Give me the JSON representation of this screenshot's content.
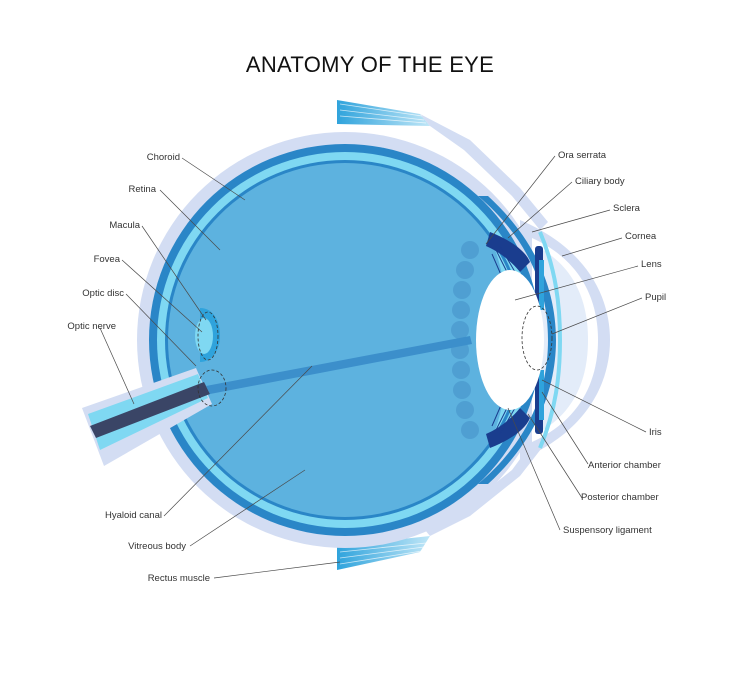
{
  "title": "ANATOMY OF THE EYE",
  "colors": {
    "outer_sclera": "#d3ddf3",
    "choroid_ring": "#2a86c7",
    "retina_ring": "#7fd8f2",
    "vitreous": "#5db2df",
    "lens": "#ffffff",
    "ciliary": "#1a3d8e",
    "muscle": "#2fa3dc",
    "nerve_core": "#3a4566",
    "leader_line": "#4a4a4a"
  },
  "labels_left": [
    {
      "id": "choroid",
      "text": "Choroid"
    },
    {
      "id": "retina",
      "text": "Retina"
    },
    {
      "id": "macula",
      "text": "Macula"
    },
    {
      "id": "fovea",
      "text": "Fovea"
    },
    {
      "id": "optic-disc",
      "text": "Optic disc"
    },
    {
      "id": "optic-nerve",
      "text": "Optic nerve"
    },
    {
      "id": "hyaloid-canal",
      "text": "Hyaloid canal"
    },
    {
      "id": "vitreous-body",
      "text": "Vitreous body"
    },
    {
      "id": "rectus-muscle",
      "text": "Rectus muscle"
    }
  ],
  "labels_right": [
    {
      "id": "ora-serrata",
      "text": "Ora serrata"
    },
    {
      "id": "ciliary-body",
      "text": "Ciliary body"
    },
    {
      "id": "sclera",
      "text": "Sclera"
    },
    {
      "id": "cornea",
      "text": "Cornea"
    },
    {
      "id": "lens",
      "text": "Lens"
    },
    {
      "id": "pupil",
      "text": "Pupil"
    },
    {
      "id": "iris",
      "text": "Iris"
    },
    {
      "id": "anterior-chamber",
      "text": "Anterior chamber"
    },
    {
      "id": "posterior-chamber",
      "text": "Posterior chamber"
    },
    {
      "id": "suspensory-ligament",
      "text": "Suspensory ligament"
    }
  ]
}
